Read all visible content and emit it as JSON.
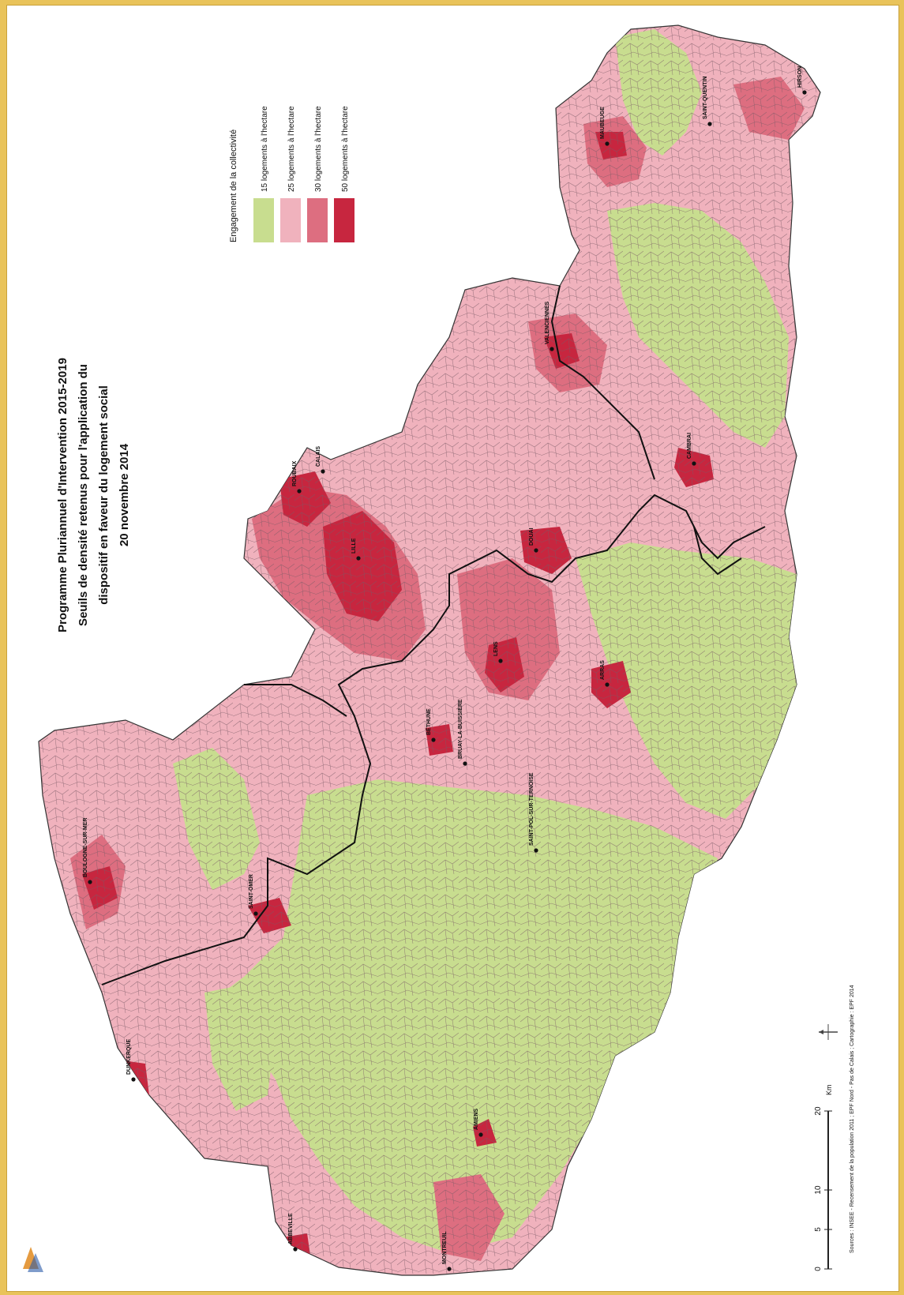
{
  "title": {
    "line1": "Programme Pluriannuel d'Intervention 2015-2019",
    "line2": "Seuils de densité retenus pour l'application du",
    "line3": "dispositif en faveur du logement social",
    "line4": "20 novembre 2014"
  },
  "legend": {
    "title": "Engagement de la collectivité",
    "items": [
      {
        "label": "15 logements à l'hectare",
        "color": "#c8dd8f"
      },
      {
        "label": "25 logements à l'hectare",
        "color": "#f0b2bd"
      },
      {
        "label": "30 logements à l'hectare",
        "color": "#dd6e80"
      },
      {
        "label": "50 logements à l'hectare",
        "color": "#c7263f"
      }
    ]
  },
  "scale": {
    "ticks": [
      "0",
      "5",
      "10",
      "20"
    ],
    "unit": "Km"
  },
  "colors": {
    "zone15": "#c8dd8f",
    "zone25": "#f0b2bd",
    "zone30": "#dd6e80",
    "zone50": "#c7263f",
    "commune_line": "#7a5a66",
    "department_line": "#111111"
  },
  "city_labels": [
    {
      "name": "BOULOGNE-SUR-MER"
    },
    {
      "name": "SAINT-OMER"
    },
    {
      "name": "BÉTHUNE"
    },
    {
      "name": "ARRAS"
    },
    {
      "name": "LENS"
    },
    {
      "name": "LILLE"
    },
    {
      "name": "ROUBAIX"
    },
    {
      "name": "VALENCIENNES"
    },
    {
      "name": "MAUBEUGE"
    },
    {
      "name": "CAMBRAI"
    },
    {
      "name": "DOUAI"
    },
    {
      "name": "AMIENS"
    },
    {
      "name": "ABBEVILLE"
    },
    {
      "name": "SAINT-POL-SUR-TERNOISE"
    },
    {
      "name": "BRUAY-LA-BUISSIÈRE"
    },
    {
      "name": "SAINT-QUENTIN"
    },
    {
      "name": "DUNKERQUE"
    },
    {
      "name": "CALAIS"
    },
    {
      "name": "MONTREUIL"
    },
    {
      "name": "HIRSON"
    }
  ],
  "footer": {
    "sources": "Sources : INSEE - Recensement de la population 2011 ; EPF Nord - Pas de Calais ; Cartographie : EPF 2014"
  }
}
